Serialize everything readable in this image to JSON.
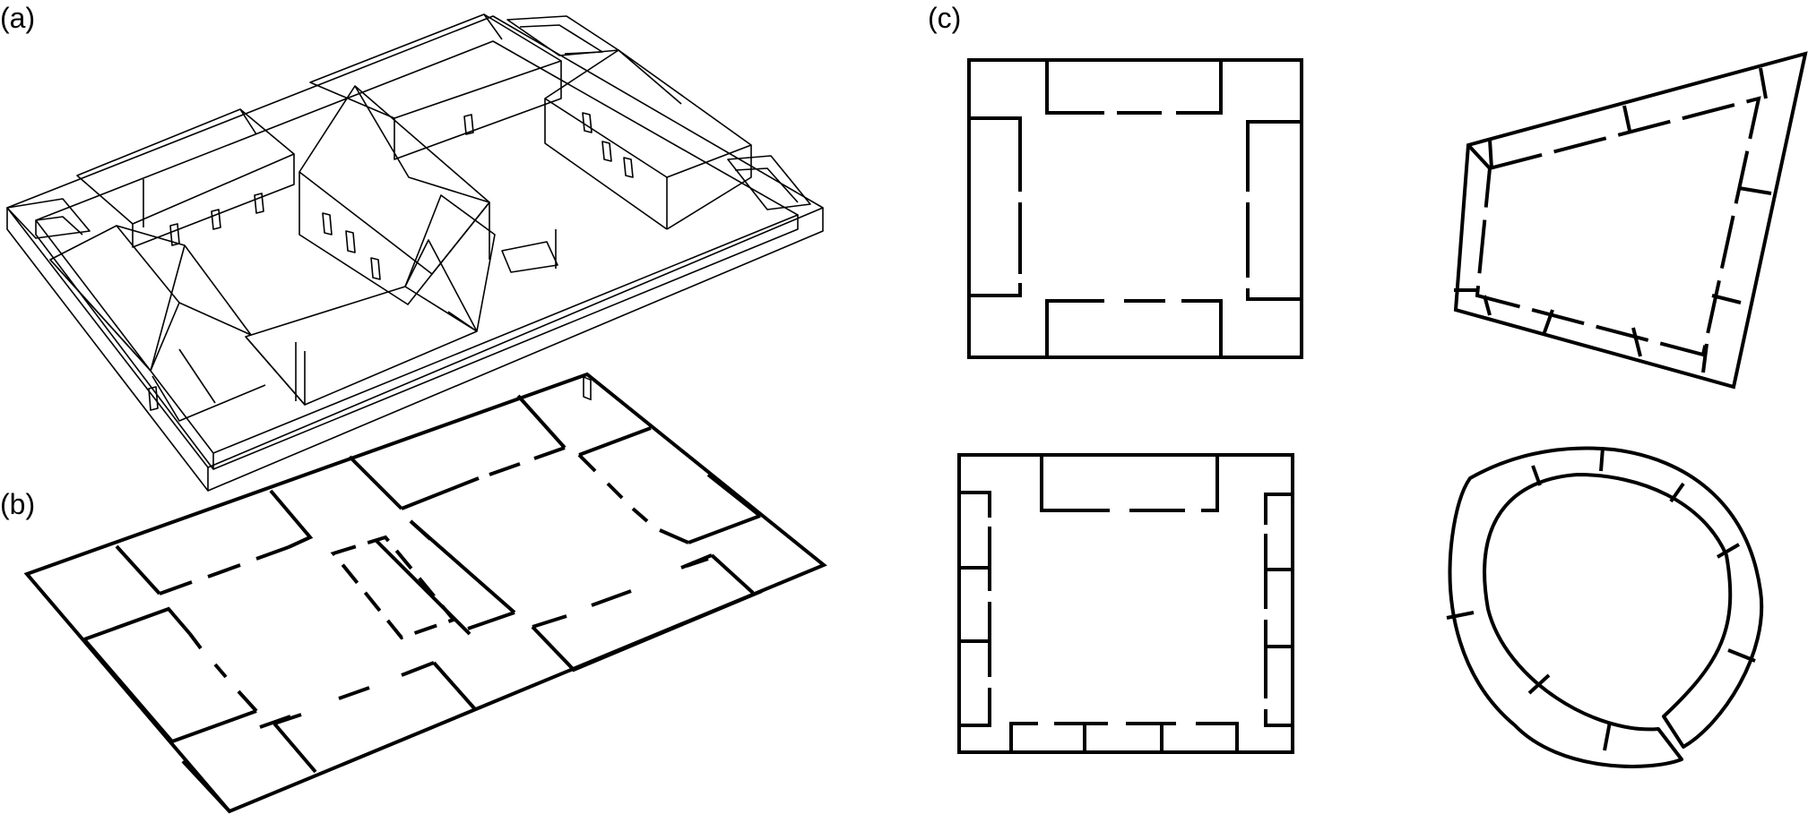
{
  "figure": {
    "panel_a_label": "(a)",
    "panel_b_label": "(b)",
    "panel_c_label": "(c)"
  },
  "colors": {
    "stroke": "#000000",
    "background": "#ffffff"
  }
}
